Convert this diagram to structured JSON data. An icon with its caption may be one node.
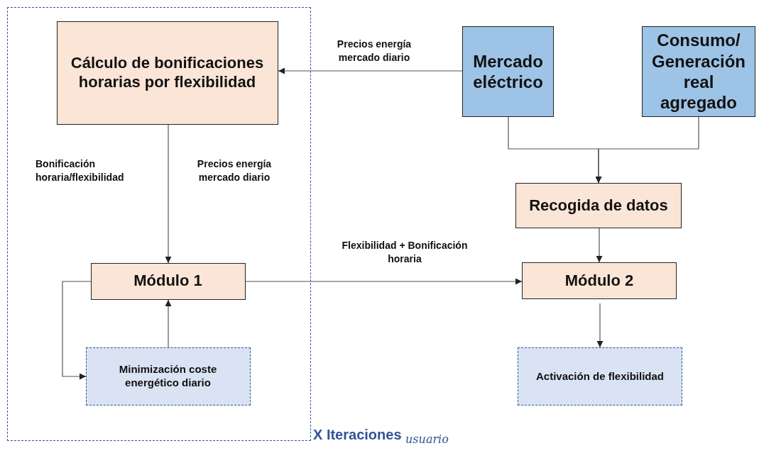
{
  "diagram": {
    "nodes": [
      {
        "text": [
          "X Iteraciones $_{usuario}$"
        ]
      },
      {
        "text": [
          "Cálculo de bonificaciones horarias por flexibilidad"
        ],
        "in": 0
      },
      {
        "text": [
          "Módulo 1"
        ],
        "in": 0
      },
      {
        "text": [
          "Minimización coste energético diario"
        ],
        "in": 0
      },
      {
        "text": [
          "Mercado eléctrico"
        ]
      },
      {
        "text": [
          "Consumo/ Generación real agregado"
        ]
      },
      {
        "text": [
          "Recogida de datos"
        ]
      },
      {
        "text": [
          "Módulo 2"
        ]
      },
      {
        "text": [
          "Activación de flexibilidad"
        ]
      }
    ],
    "edges": [
      {
        "from": 4,
        "to": 1,
        "arrow": "to",
        "label": "Precios energía mercado diario"
      },
      {
        "from": 1,
        "to": 2,
        "arrow": "to"
      },
      {
        "from": 2,
        "to": 3,
        "arrow": "to"
      },
      {
        "from": 3,
        "to": 2,
        "arrow": "to"
      },
      {
        "from": 4,
        "to": 6,
        "arrow": "to"
      },
      {
        "from": 5,
        "to": 6,
        "arrow": "to"
      },
      {
        "from": 6,
        "to": 7,
        "arrow": "to"
      },
      {
        "from": 2,
        "to": 7,
        "arrow": "to",
        "label": "Flexibilidad + Bonificación horaria"
      },
      {
        "from": 7,
        "to": 8,
        "arrow": "to"
      }
    ],
    "labels": [
      "Bonificación horaria/flexibilidad",
      "Precios energía mercado diario"
    ]
  }
}
